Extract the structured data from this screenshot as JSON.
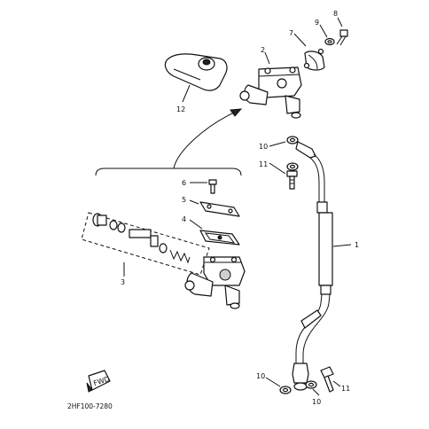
{
  "diagram": {
    "part_code": "2HF100-7280",
    "fwd_label": "FWD",
    "callouts": {
      "hose": "1",
      "master_cylinder": "2",
      "piston_kit": "3",
      "diaphragm": "4",
      "cap": "5",
      "screw": "6",
      "holder": "7",
      "bolt_holder": "8",
      "washer_holder": "9",
      "gasket_upper": "10",
      "union_bolt_upper": "11",
      "gasket_lower_left": "10",
      "gasket_lower_right": "10",
      "union_bolt_lower": "11",
      "cover": "12"
    },
    "colors": {
      "ink": "#111111",
      "paper": "#ffffff",
      "tone": "#cfcfcf"
    }
  }
}
